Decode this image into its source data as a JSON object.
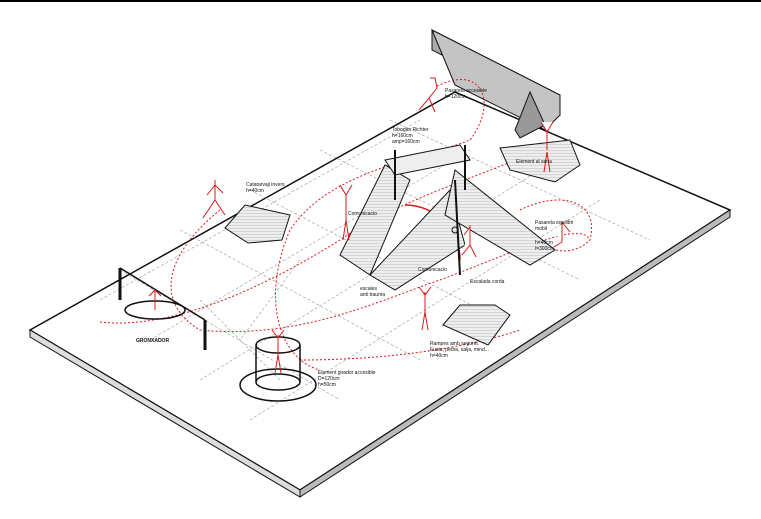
{
  "labels": {
    "pasarela": [
      "Pasarela accesible",
      "h=120cm"
    ],
    "tobogan": [
      "Tobogan Richter",
      "h=160cm",
      "amp=160cm"
    ],
    "element_al_sena": "Element al sena",
    "catatarvaji": [
      "Catatarvaji invers",
      "h=40cm"
    ],
    "comunicacio_1": "Comunicacio",
    "comunicacio_2": "Comunicacio",
    "escales": [
      "escales",
      "anti trauma"
    ],
    "escalada": "Escalada corda",
    "equilibri": [
      "Pasarela equilibri",
      "mobil",
      "h=40cm",
      "l=300cm"
    ],
    "rampes": [
      "Rampes amb seguret.",
      "Fusta, pedra, salja, mind...",
      "h=40cm"
    ],
    "gronxador": "GRONXADOR",
    "girador": [
      "Element girador accesible",
      "D=120cm",
      "h=50cm"
    ]
  },
  "colors": {
    "accent": "#d41c1c",
    "line": "#111111",
    "grid": "#999999",
    "wall": "#b8b8b8"
  }
}
